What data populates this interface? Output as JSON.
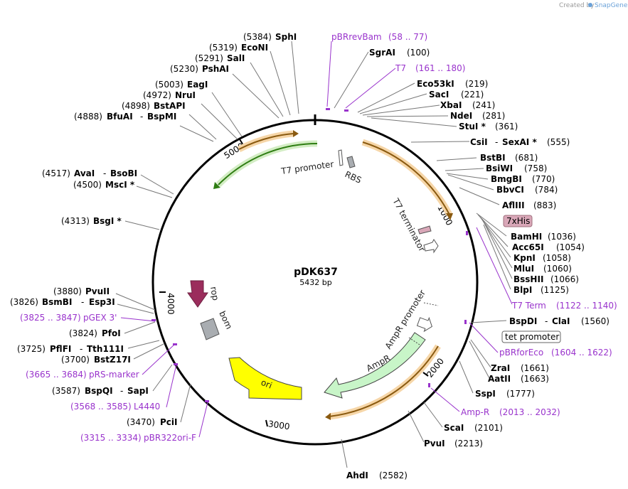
{
  "credit": "Created by",
  "brand": "SnapGene",
  "plasmid": {
    "name": "pDK637",
    "length": "5432 bp"
  },
  "ticks": [
    "1000",
    "2000",
    "3000",
    "4000",
    "5000"
  ],
  "left_sites": [
    {
      "pos": "(5384)",
      "name": "SphI"
    },
    {
      "pos": "(5319)",
      "name": "EcoNI"
    },
    {
      "pos": "(5291)",
      "name": "SalI"
    },
    {
      "pos": "(5230)",
      "name": "PshAI"
    },
    {
      "pos": "(5003)",
      "name": "EagI"
    },
    {
      "pos": "(4972)",
      "name": "NruI"
    },
    {
      "pos": "(4898)",
      "name": "BstAPI"
    },
    {
      "pos": "(4888)",
      "name": "BfuAI",
      "name2": "BspMI"
    },
    {
      "pos": "(4517)",
      "name": "AvaI",
      "name2": "BsoBI"
    },
    {
      "pos": "(4500)",
      "name": "MscI *"
    },
    {
      "pos": "(4313)",
      "name": "BsgI *"
    },
    {
      "pos": "(3880)",
      "name": "PvuII"
    },
    {
      "pos": "(3826)",
      "name": "BsmBI",
      "name2": "Esp3I"
    },
    {
      "pos": "(3824)",
      "name": "PfoI"
    },
    {
      "pos": "(3725)",
      "name": "PflFI",
      "name2": "Tth111I"
    },
    {
      "pos": "(3700)",
      "name": "BstZ17I"
    },
    {
      "pos": "(3587)",
      "name": "BspQI",
      "name2": "SapI"
    },
    {
      "pos": "(3470)",
      "name": "PciI"
    }
  ],
  "left_primers": [
    {
      "range": "(3825 .. 3847)",
      "name": "pGEX 3'"
    },
    {
      "range": "(3665 .. 3684)",
      "name": "pRS-marker"
    },
    {
      "range": "(3568 .. 3585)",
      "name": "L4440"
    },
    {
      "range": "(3315 .. 3334)",
      "name": "pBR322ori-F"
    }
  ],
  "right_sites": [
    {
      "name": "SgrAI",
      "pos": "(100)"
    },
    {
      "name": "Eco53kI",
      "pos": "(219)"
    },
    {
      "name": "SacI",
      "pos": "(221)"
    },
    {
      "name": "XbaI",
      "pos": "(241)"
    },
    {
      "name": "NdeI",
      "pos": "(281)"
    },
    {
      "name": "StuI *",
      "pos": "(361)"
    },
    {
      "name": "CsiI",
      "name2": "SexAI *",
      "pos": "(555)"
    },
    {
      "name": "BstBI",
      "pos": "(681)"
    },
    {
      "name": "BsiWI",
      "pos": "(758)"
    },
    {
      "name": "BmgBI",
      "pos": "(770)"
    },
    {
      "name": "BbvCI",
      "pos": "(784)"
    },
    {
      "name": "AflIII",
      "pos": "(883)"
    },
    {
      "name": "BamHI",
      "pos": "(1036)"
    },
    {
      "name": "Acc65I",
      "pos": "(1054)"
    },
    {
      "name": "KpnI",
      "pos": "(1058)"
    },
    {
      "name": "MluI",
      "pos": "(1060)"
    },
    {
      "name": "BssHII",
      "pos": "(1066)"
    },
    {
      "name": "BlpI",
      "pos": "(1125)"
    },
    {
      "name": "BspDI",
      "name2": "ClaI",
      "pos": "(1560)"
    },
    {
      "name": "ZraI",
      "pos": "(1661)"
    },
    {
      "name": "AatII",
      "pos": "(1663)"
    },
    {
      "name": "SspI",
      "pos": "(1777)"
    },
    {
      "name": "ScaI",
      "pos": "(2101)"
    },
    {
      "name": "PvuI",
      "pos": "(2213)"
    },
    {
      "name": "AhdI",
      "pos": "(2582)"
    }
  ],
  "right_primers": [
    {
      "name": "pBRrevBam",
      "range": "(58 .. 77)"
    },
    {
      "name": "T7",
      "range": "(161 .. 180)"
    },
    {
      "name": "T7 Term",
      "range": "(1122 .. 1140)"
    },
    {
      "name": "pBRforEco",
      "range": "(1604 .. 1622)"
    },
    {
      "name": "Amp-R",
      "range": "(2013 .. 2032)"
    }
  ],
  "boxed_features": {
    "his": "7xHis",
    "tet": "tet promoter"
  },
  "features": {
    "t7_promoter": "T7 promoter",
    "rbs": "RBS",
    "t7_terminator": "T7 terminator",
    "ampr_promoter": "AmpR promoter",
    "ampr": "AmpR",
    "ori": "ori",
    "rop": "rop",
    "bom": "bom"
  },
  "colors": {
    "backbone": "#000000",
    "primer": "#9933cc",
    "orf_orange": "#f2a33a",
    "orf_green": "#57b030",
    "ampr": "#c8f5c8",
    "ori": "#ffff00",
    "rop": "#9b2d5c",
    "bom": "#a9adb1",
    "his_box": "#d9a7b8"
  }
}
